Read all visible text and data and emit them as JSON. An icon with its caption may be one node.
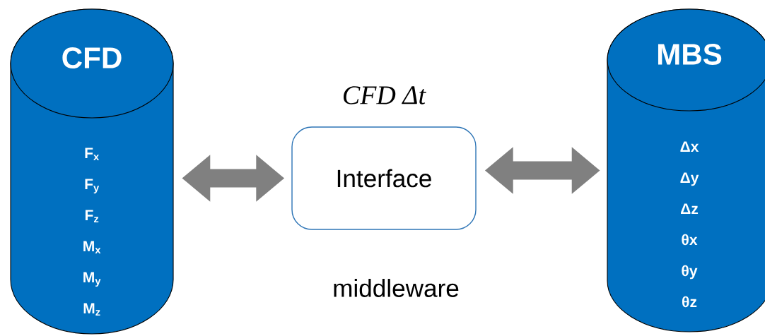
{
  "diagram": {
    "nodes": [
      {
        "text": [
          "CFD",
          "F$_{x}$",
          "F$_{y}$",
          "F$_{z}$",
          "M$_{x}$",
          "M$_{y}$",
          "M$_{z}$"
        ]
      },
      {
        "text": [
          "Interface"
        ],
        "beside": [
          "CFD Δt"
        ]
      },
      {
        "text": [
          "MBS",
          "Δx",
          "Δy",
          "Δz",
          "θx",
          "θy",
          "θz"
        ]
      }
    ],
    "edges": [
      {
        "from": 0,
        "to": 1,
        "arrow": "both"
      },
      {
        "from": 1,
        "to": 2,
        "arrow": "both"
      }
    ],
    "labels": [
      "middleware"
    ]
  }
}
